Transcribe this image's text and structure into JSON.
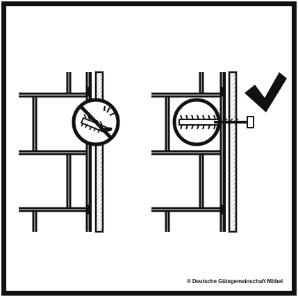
{
  "illustration": {
    "panels": [
      {
        "id": "wrong",
        "symbol": "prohibited-icon",
        "meaning": "incorrect"
      },
      {
        "id": "right",
        "symbol": "checkmark-icon",
        "meaning": "correct"
      }
    ]
  },
  "footer": {
    "copyright": "® Deutsche Gütegemeinschaft Möbel"
  },
  "colors": {
    "frame": "#111111",
    "ink": "#111111",
    "background": "#ffffff"
  }
}
